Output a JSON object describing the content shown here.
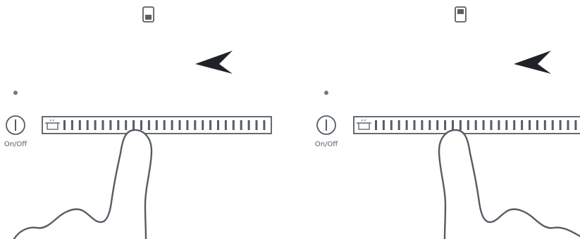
{
  "panels": [
    {
      "id": "left",
      "onoff_label": "On/Off",
      "indicator_state": "bottom-filled",
      "slider_ticks": 27,
      "arrow_direction": "left"
    },
    {
      "id": "right",
      "onoff_label": "On/Off",
      "indicator_state": "top-filled",
      "slider_ticks": 27,
      "arrow_direction": "left"
    }
  ],
  "colors": {
    "stroke": "#555c63",
    "icon": "#5a5f66",
    "arrow": "#1f2328",
    "dot": "#777777",
    "background": "#ffffff"
  },
  "icons": {
    "power": "power-icon",
    "pot": "pot-icon",
    "indicator": "power-level-indicator-icon",
    "arrow": "swipe-left-arrow-icon",
    "hand": "finger-pointing-icon"
  }
}
